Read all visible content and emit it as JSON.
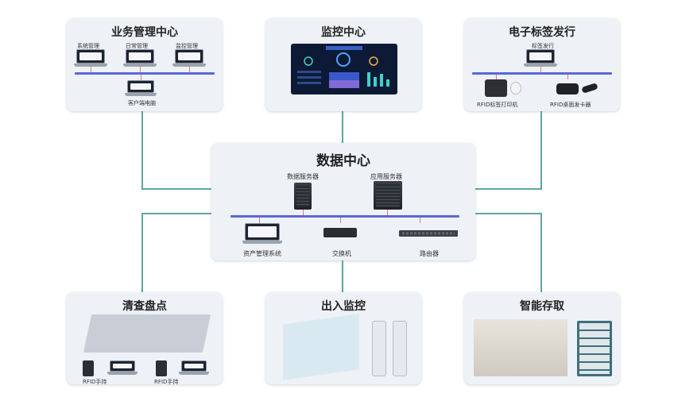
{
  "center": {
    "title": "数据中心",
    "labels": {
      "db_server": "数据服务器",
      "app_server": "应用服务器",
      "asset_system": "资产管理系统",
      "switch": "交换机",
      "router": "路由器"
    }
  },
  "business": {
    "title": "业务管理中心",
    "labels": {
      "system_mgmt": "系统管理",
      "daily_mgmt": "日常管理",
      "monitor_mgmt": "监控管理",
      "client_pc": "客户端电脑"
    }
  },
  "monitor": {
    "title": "监控中心"
  },
  "tag_issue": {
    "title": "电子标签发行",
    "labels": {
      "tag_issue_pc": "标签发行",
      "rfid_printer": "RFID标签打印机",
      "rfid_desktop": "RFID桌面发卡器"
    }
  },
  "inventory": {
    "title": "清查盘点",
    "labels": {
      "rfid_handheld_1": "RFID手持",
      "rfid_handheld_2": "RFID手持"
    }
  },
  "access": {
    "title": "出入监控"
  },
  "smart_storage": {
    "title": "智能存取"
  },
  "colors": {
    "connector": "#5fa7a0",
    "bus": "#5a68d6",
    "card": "#eef1f6"
  }
}
